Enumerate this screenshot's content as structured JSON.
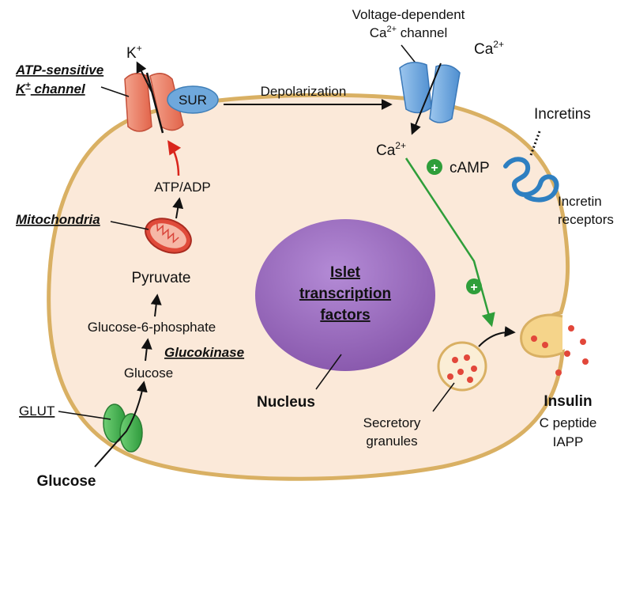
{
  "labels": {
    "k_plus": "K",
    "k_plus_sup": "+",
    "atp_channel_line1": "ATP-sensitive",
    "atp_channel_line2_k": "K",
    "atp_channel_line2_sup": "+",
    "atp_channel_line2_rest": " channel",
    "sur": "SUR",
    "depolarization": "Depolarization",
    "vdcc_line1": "Voltage-dependent",
    "vdcc_line2_ca": "Ca",
    "vdcc_line2_sup": "2+",
    "vdcc_line2_rest": " channel",
    "ca_outside": "Ca",
    "ca_outside_sup": "2+",
    "ca_inside": "Ca",
    "ca_inside_sup": "2+",
    "incretins": "Incretins",
    "camp": "cAMP",
    "incretin_receptors_line1": "Incretin",
    "incretin_receptors_line2": "receptors",
    "atp_adp": "ATP/ADP",
    "mitochondria": "Mitochondria",
    "pyruvate": "Pyruvate",
    "islet_line1": "Islet",
    "islet_line2": "transcription",
    "islet_line3": "factors",
    "g6p": "Glucose-6-phosphate",
    "glucokinase": "Glucokinase",
    "glucose_inside": "Glucose",
    "glut": "GLUT",
    "glucose_outside": "Glucose",
    "nucleus": "Nucleus",
    "secretory_line1": "Secretory",
    "secretory_line2": "granules",
    "insulin": "Insulin",
    "c_peptide": "C peptide",
    "iapp": "IAPP",
    "plus_sign": "+"
  },
  "colors": {
    "cell_fill": "#fbe9d9",
    "cell_border": "#d9b063",
    "nucleus": "#9b6bbf",
    "k_channel": "#e8735a",
    "sur": "#6fa8dc",
    "ca_channel": "#5b9bd5",
    "glut": "#3aa84a",
    "incretin_receptor": "#2e7fc1",
    "green_arrow": "#2f9e3a",
    "red_arrow": "#d9251c",
    "granule_dot": "#e2473a"
  }
}
